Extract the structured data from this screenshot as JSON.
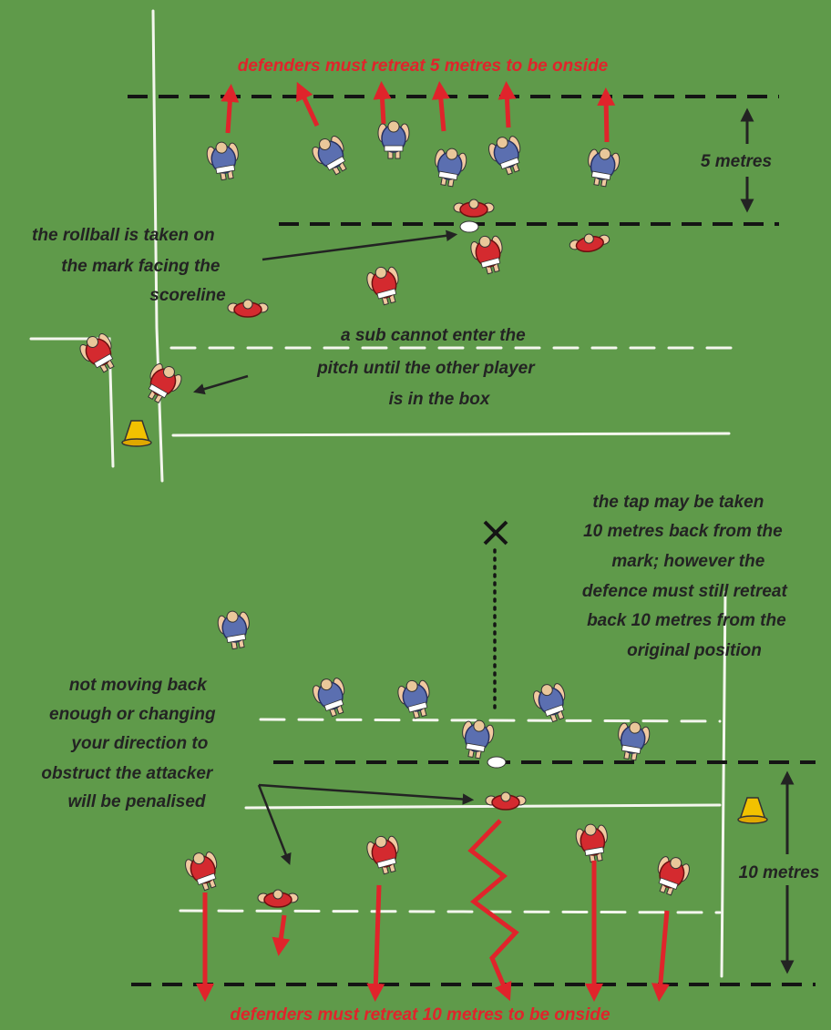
{
  "top_diagram": {
    "title": "defenders must retreat 5 metres to be onside",
    "distance_label": "5 metres",
    "rollball_note": [
      "the rollball is taken on",
      "the mark facing the",
      "scoreline"
    ],
    "sub_note": [
      "a sub cannot enter the",
      "pitch until the other player",
      "is in the box"
    ]
  },
  "bottom_diagram": {
    "tap_note": [
      "the tap may be taken",
      "10 metres back from the",
      "mark; however the",
      "defence must still retreat",
      "back 10 metres from the",
      "original position"
    ],
    "obstruct_note": [
      "not moving back",
      "enough or changing",
      "your direction to",
      "obstruct the attacker",
      "will be penalised"
    ],
    "distance_label": "10 metres",
    "footer": "defenders must retreat 10 metres to be onside"
  },
  "colors": {
    "pitch": "#5f9a4a",
    "defender_team": "#5b6fb0",
    "attacker_team": "#d42a2f",
    "arrow": "#e0242b",
    "text": "#232323",
    "cone": "#f2c200"
  }
}
